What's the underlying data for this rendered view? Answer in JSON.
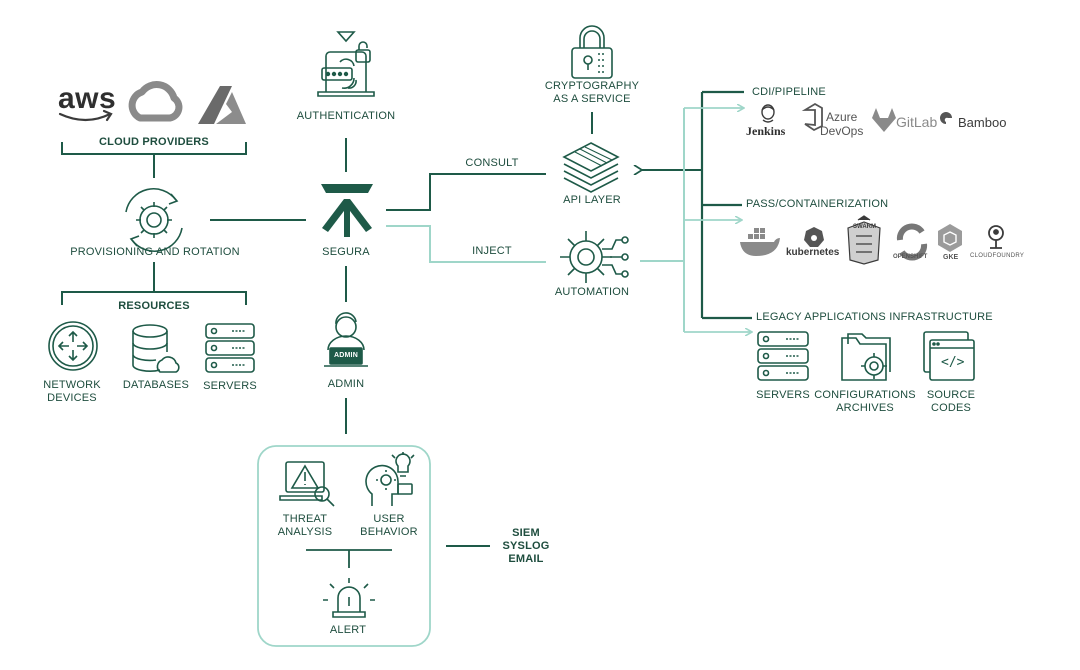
{
  "labels": {
    "cloud_providers": "CLOUD PROVIDERS",
    "provisioning": "PROVISIONING AND ROTATION",
    "resources": "RESOURCES",
    "network_devices_1": "NETWORK",
    "network_devices_2": "DEVICES",
    "databases": "DATABASES",
    "servers_left": "SERVERS",
    "authentication": "AUTHENTICATION",
    "segura": "SEGURA",
    "admin": "ADMIN",
    "admin_badge": "ADMIN",
    "crypto_1": "CRYPTOGRAPHY",
    "crypto_2": "AS A SERVICE",
    "consult": "CONSULT",
    "inject": "INJECT",
    "api_layer": "API LAYER",
    "automation": "AUTOMATION",
    "threat_1": "THREAT",
    "threat_2": "ANALYSIS",
    "user_1": "USER",
    "user_2": "BEHAVIOR",
    "alert": "ALERT",
    "siem": "SIEM",
    "syslog": "SYSLOG",
    "email": "EMAIL",
    "cdi": "CDI/PIPELINE",
    "pass": "PASS/CONTAINERIZATION",
    "legacy": "LEGACY APPLICATIONS INFRASTRUCTURE",
    "servers_right": "SERVERS",
    "config_1": "CONFIGURATIONS",
    "config_2": "ARCHIVES",
    "source_1": "SOURCE",
    "source_2": "CODES"
  },
  "logos": {
    "aws": "aws",
    "jenkins": "Jenkins",
    "azure_1": "Azure",
    "azure_2": "DevOps",
    "gitlab": "GitLab",
    "bamboo": "Bamboo",
    "kubernetes": "kubernetes",
    "openshift": "OPENSHIFT",
    "gke": "GKE",
    "cloudfoundry": "CLOUDFOUNDRY",
    "swarm": "SWARM",
    "code_tag": "</>"
  },
  "colors": {
    "primary": "#1e5a48",
    "light": "#9fd6c9",
    "text": "#1e4d3e"
  }
}
